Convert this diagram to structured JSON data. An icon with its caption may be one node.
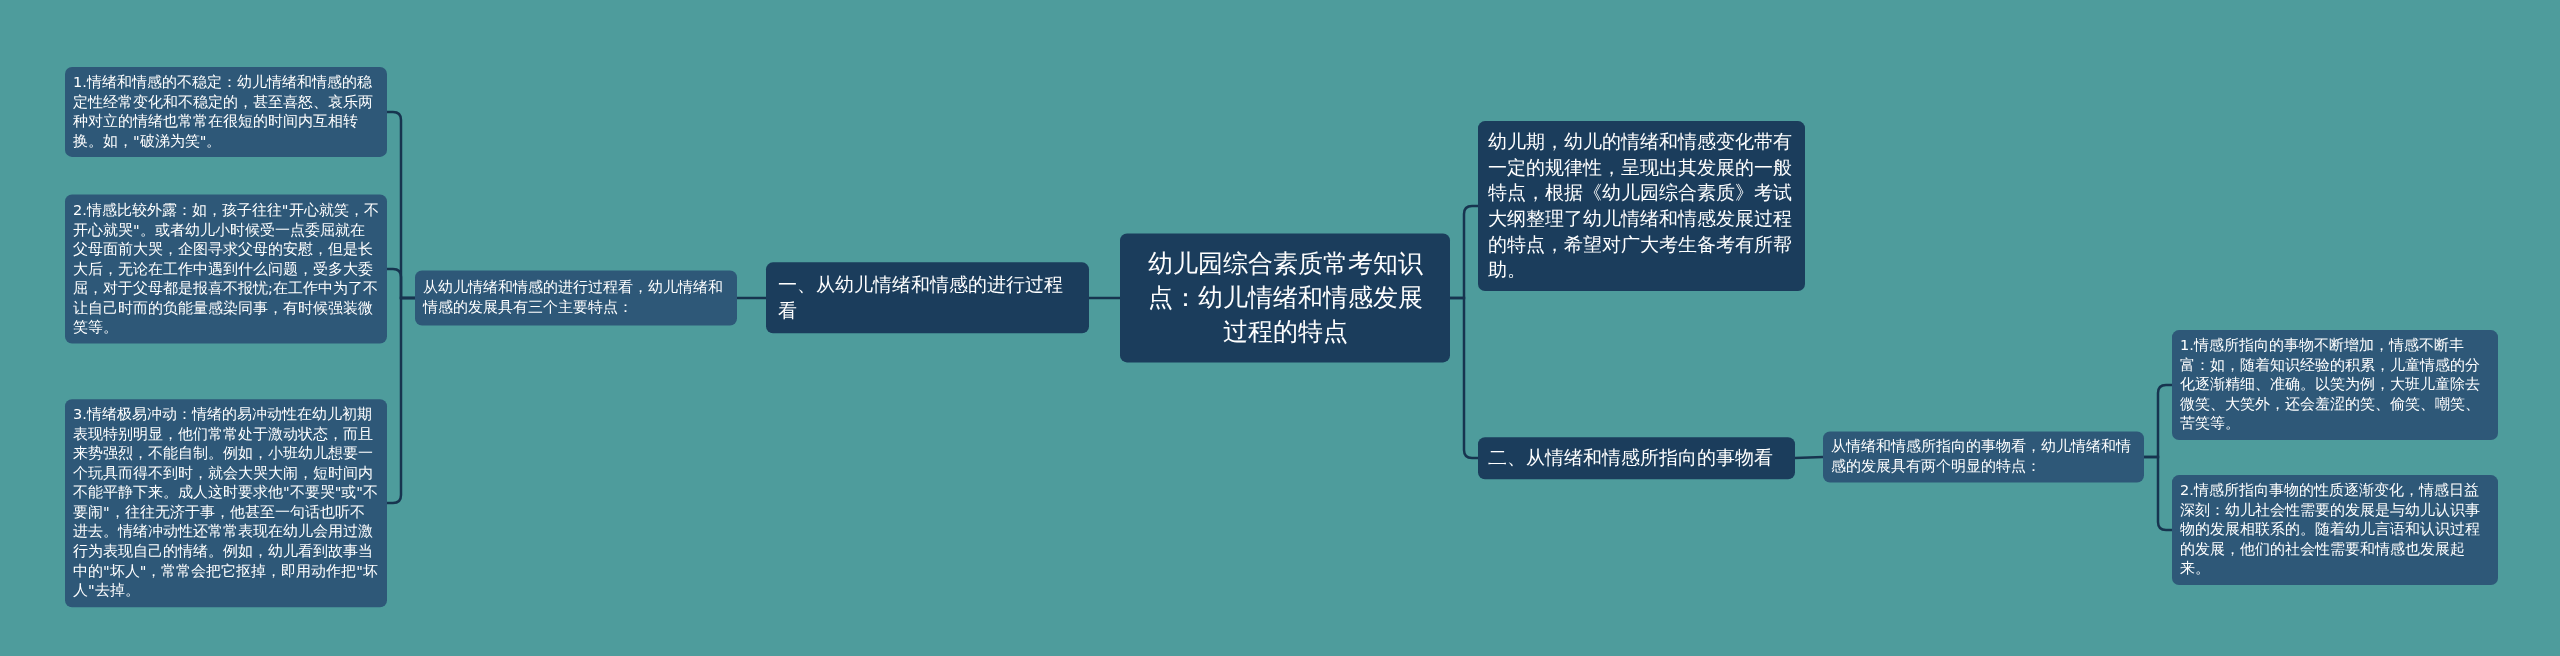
{
  "diagram": {
    "nodes": [
      {
        "text": [
          "幼儿园综合素质常考知识点：幼儿情绪和情感发展过程的特点"
        ]
      },
      {
        "text": [
          "一、从幼儿情绪和情感的进行过程看"
        ]
      },
      {
        "text": [
          "从幼儿情绪和情感的进行过程看，幼儿情绪和情感的发展具有三个主要特点："
        ]
      },
      {
        "text": [
          "1.情绪和情感的不稳定：幼儿情绪和情感的稳定性经常变化和不稳定的，甚至喜怒、哀乐两种对立的情绪也常常在很短的时间内互相转换。如，\"破涕为笑\"。"
        ]
      },
      {
        "text": [
          "2.情感比较外露：如，孩子往往\"开心就笑，不开心就哭\"。或者幼儿小时候受一点委屈就在父母面前大哭，企图寻求父母的安慰，但是长大后，无论在工作中遇到什么问题，受多大委屈，对于父母都是报喜不报忧;在工作中为了不让自己时而的负能量感染同事，有时候强装微笑等。"
        ]
      },
      {
        "text": [
          "3.情绪极易冲动：情绪的易冲动性在幼儿初期表现特别明显，他们常常处于激动状态，而且来势强烈，不能自制。例如，小班幼儿想要一个玩具而得不到时，就会大哭大闹，短时间内不能平静下来。成人这时要求他\"不要哭\"或\"不要闹\"，往往无济于事，他甚至一句话也听不进去。情绪冲动性还常常表现在幼儿会用过激行为表现自己的情绪。例如，幼儿看到故事当中的\"坏人\"，常常会把它抠掉，即用动作把\"坏人\"去掉。"
        ]
      },
      {
        "text": [
          "幼儿期，幼儿的情绪和情感变化带有一定的规律性，呈现出其发展的一般特点，根据《幼儿园综合素质》考试大纲整理了幼儿情绪和情感发展过程的特点，希望对广大考生备考有所帮助。"
        ]
      },
      {
        "text": [
          "二、从情绪和情感所指向的事物看"
        ]
      },
      {
        "text": [
          "从情绪和情感所指向的事物看，幼儿情绪和情感的发展具有两个明显的特点："
        ]
      },
      {
        "text": [
          "1.情感所指向的事物不断增加，情感不断丰富：如，随着知识经验的积累，儿童情感的分化逐渐精细、准确。以笑为例，大班儿童除去微笑、大笑外，还会羞涩的笑、偷笑、嘲笑、苦笑等。"
        ]
      },
      {
        "text": [
          "2.情感所指向事物的性质逐渐变化，情感日益深刻：幼儿社会性需要的发展是与幼儿认识事物的发展相联系的。随着幼儿言语和认识过程的发展，他们的社会性需要和情感也发展起来。"
        ]
      }
    ],
    "edges": [
      {
        "from": 0,
        "to": 1,
        "arrow": "none"
      },
      {
        "from": 1,
        "to": 2,
        "arrow": "none"
      },
      {
        "from": 2,
        "to": 3,
        "arrow": "none"
      },
      {
        "from": 2,
        "to": 4,
        "arrow": "none"
      },
      {
        "from": 2,
        "to": 5,
        "arrow": "none"
      },
      {
        "from": 0,
        "to": 6,
        "arrow": "none"
      },
      {
        "from": 0,
        "to": 7,
        "arrow": "none"
      },
      {
        "from": 7,
        "to": 8,
        "arrow": "none"
      },
      {
        "from": 8,
        "to": 9,
        "arrow": "none"
      },
      {
        "from": 8,
        "to": 10,
        "arrow": "none"
      }
    ]
  }
}
